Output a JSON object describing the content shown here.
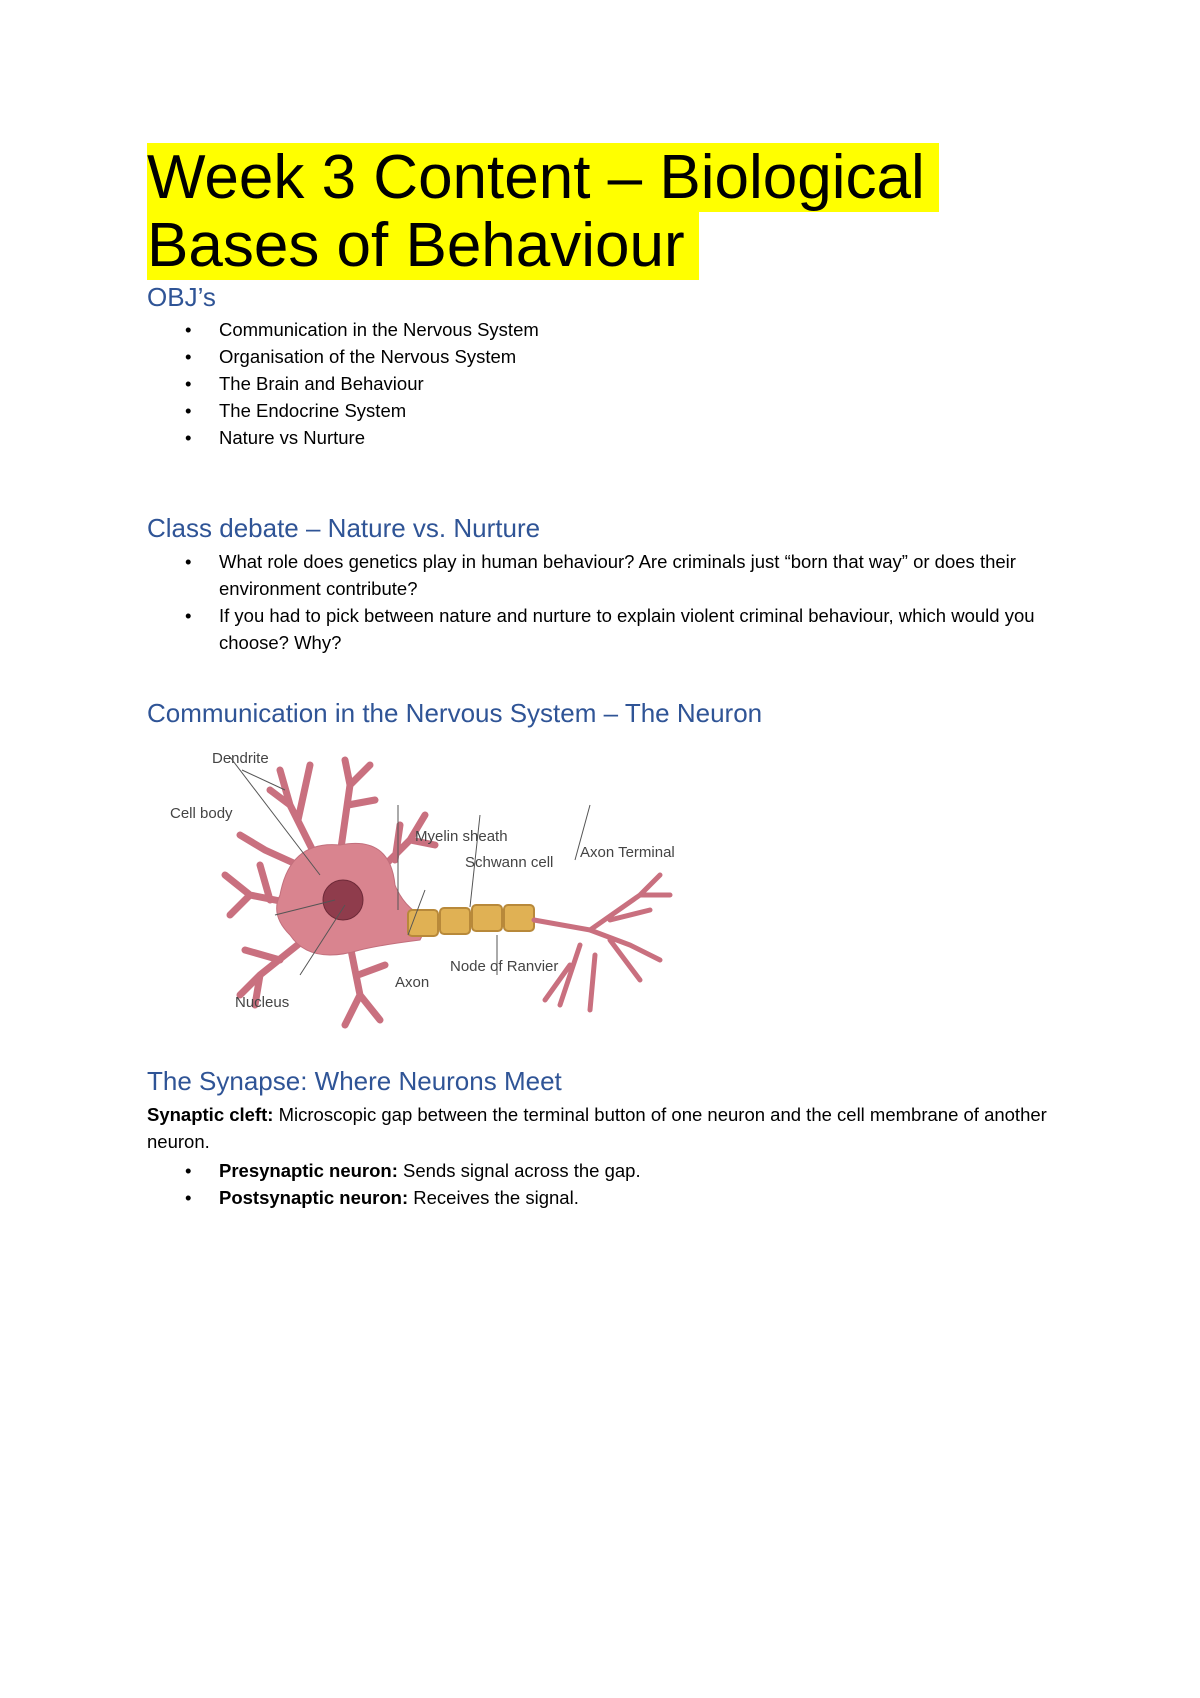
{
  "title": {
    "line1": "Week 3 Content – Biological",
    "line2": "Bases of Behaviour",
    "highlight_color": "#ffff00"
  },
  "objectives": {
    "heading": "OBJ’s",
    "items": [
      "Communication in the Nervous System",
      "Organisation of the Nervous System",
      "The Brain and Behaviour",
      "The Endocrine System",
      "Nature vs Nurture"
    ]
  },
  "debate": {
    "heading": "Class debate – Nature vs. Nurture",
    "items": [
      "What role does genetics play in human behaviour? Are criminals just “born that way” or does their environment contribute?",
      " If you had to pick between nature and nurture to explain violent criminal behaviour, which would you choose? Why?"
    ]
  },
  "neuron": {
    "heading": "Communication in the Nervous System – The Neuron",
    "labels": {
      "dendrite": "Dendrite",
      "cell_body": "Cell body",
      "myelin": "Myelin sheath",
      "schwann": "Schwann cell",
      "axon_terminal": "Axon Terminal",
      "nucleus": "Nucleus",
      "axon": "Axon",
      "node": "Node of Ranvier"
    }
  },
  "synapse": {
    "heading": "The Synapse: Where Neurons Meet",
    "cleft_term": "Synaptic cleft:",
    "cleft_def": " Microscopic gap between the terminal button of one neuron and the cell membrane of another neuron.",
    "items": [
      {
        "term": "Presynaptic neuron:",
        "def": " Sends signal across the gap."
      },
      {
        "term": "Postsynaptic neuron:",
        "def": " Receives the signal."
      }
    ]
  },
  "colors": {
    "heading": "#2f5496"
  },
  "bullet": "•"
}
